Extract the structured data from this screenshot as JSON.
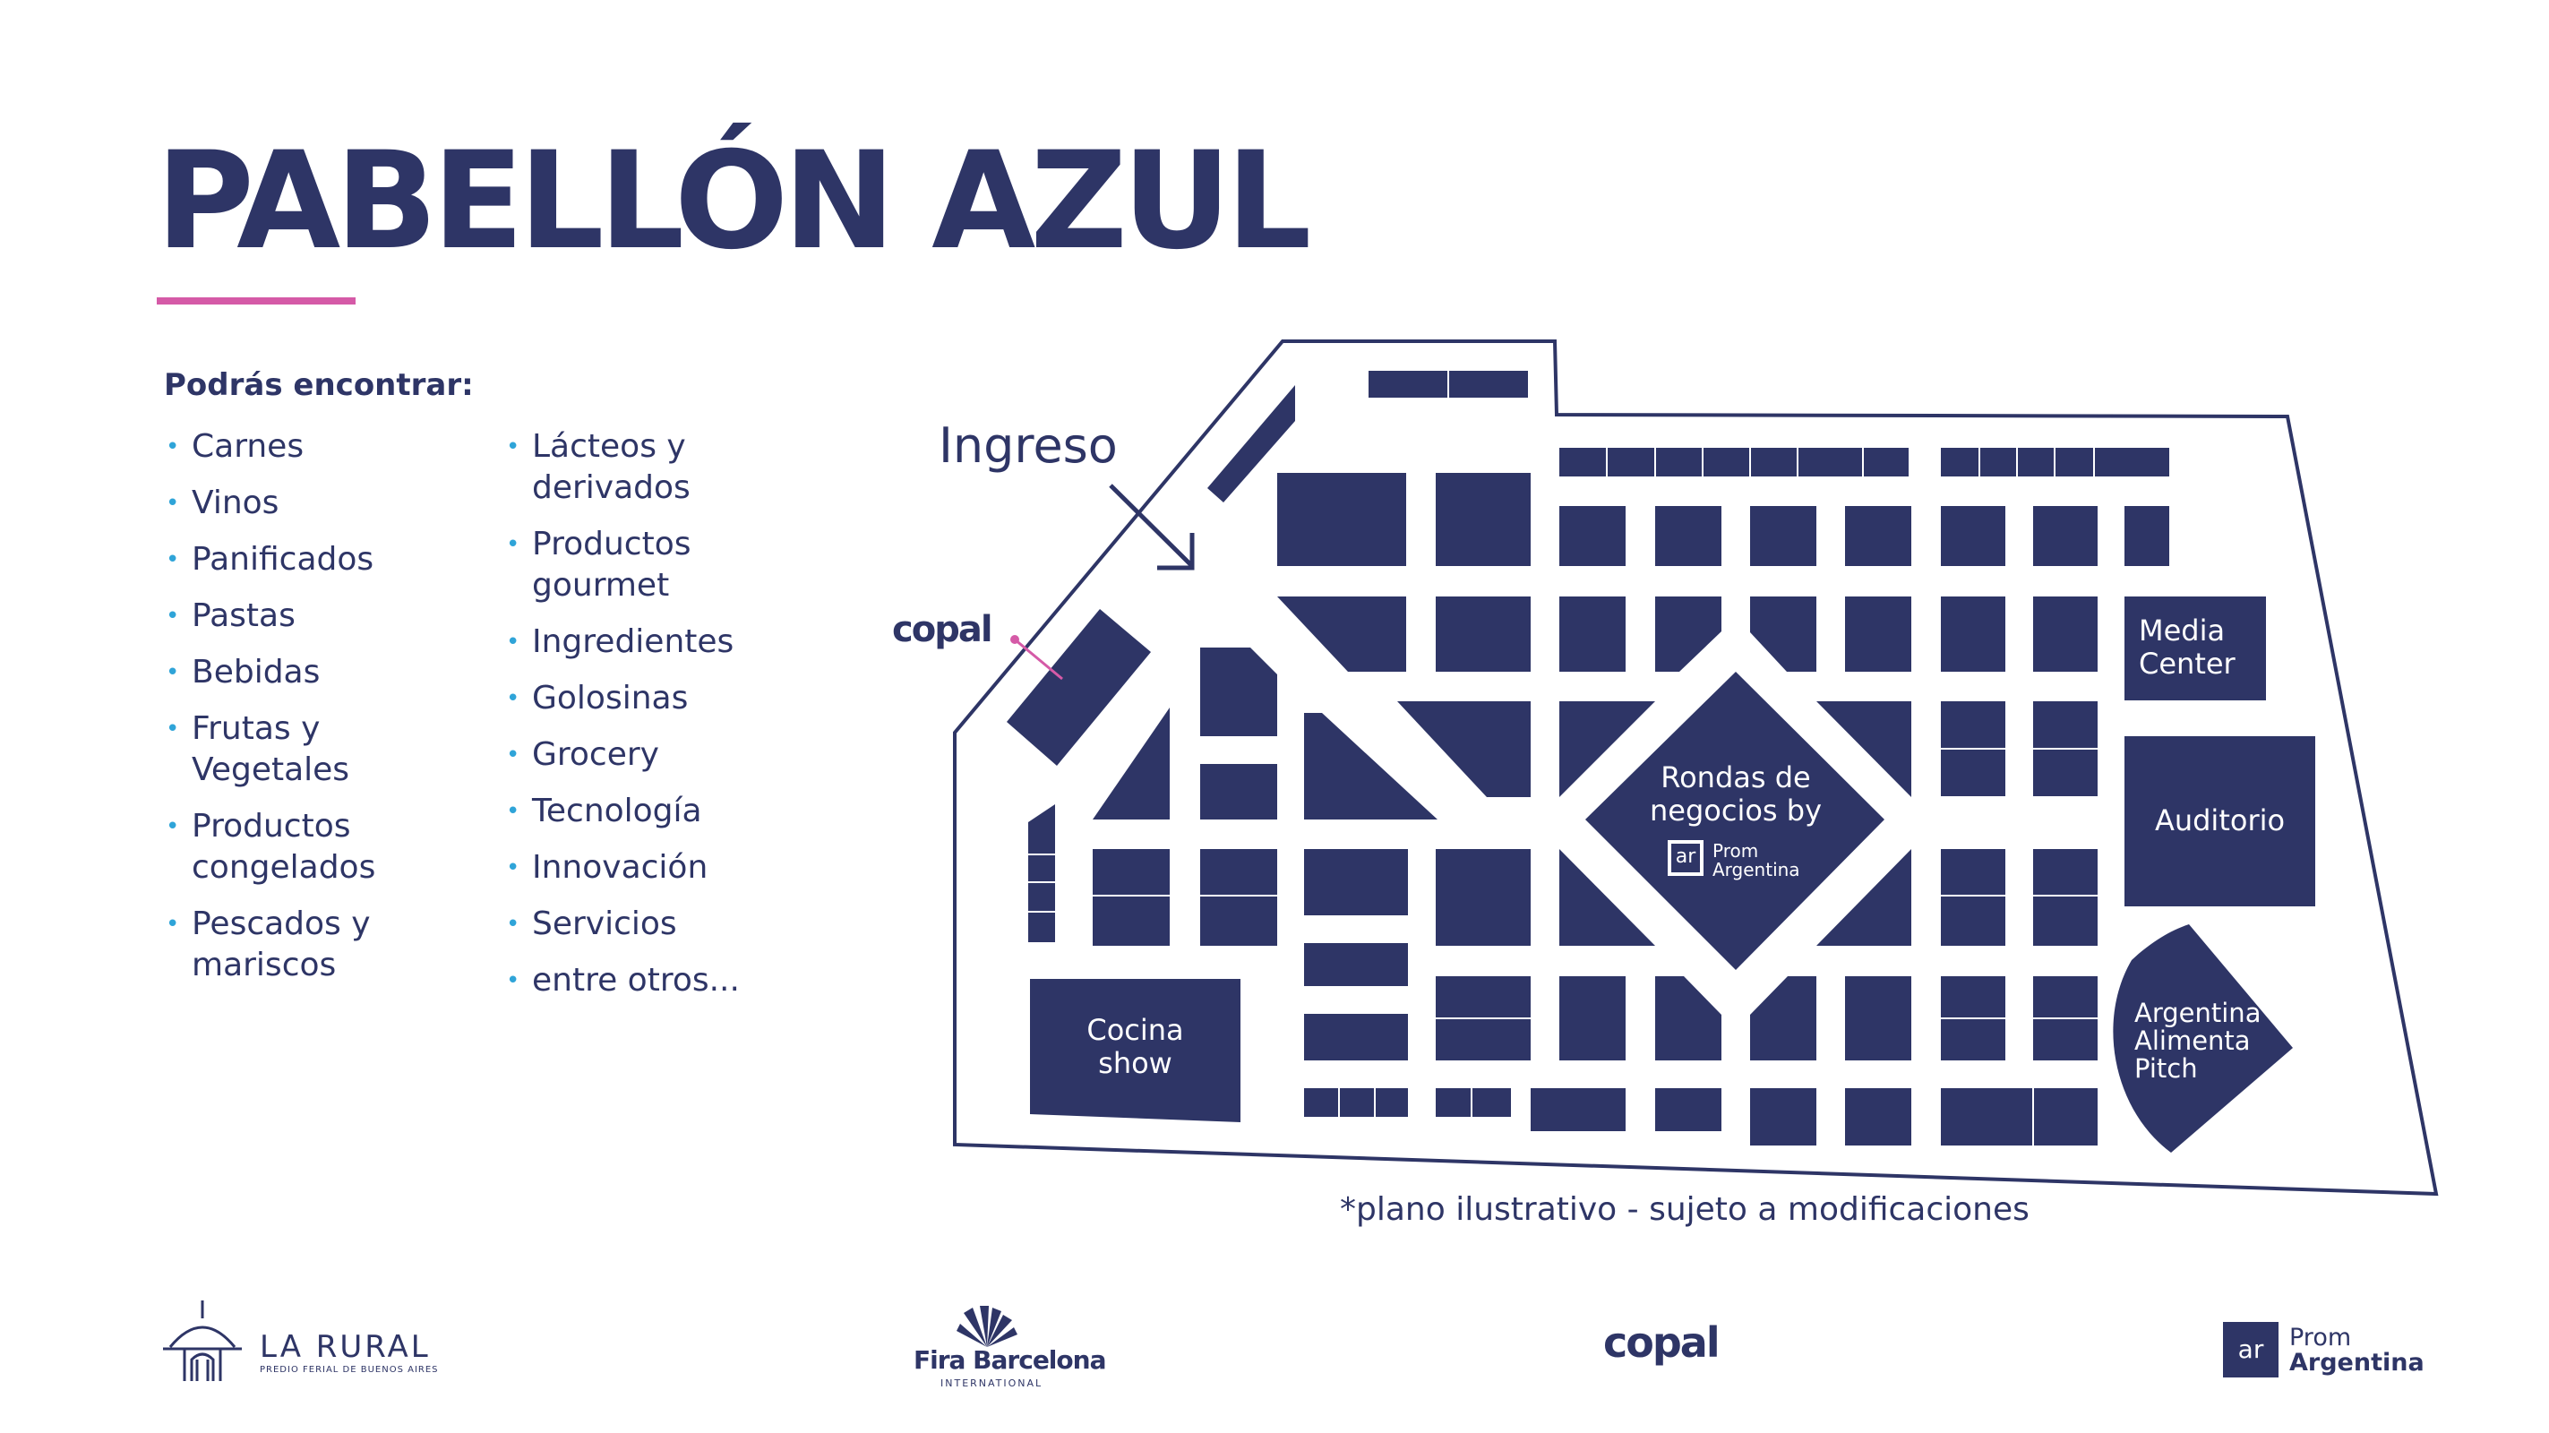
{
  "title": "PABELLÓN AZUL",
  "intro": "Podrás encontrar:",
  "categories_col1": [
    {
      "line1": "Carnes",
      "line2": ""
    },
    {
      "line1": "Vinos",
      "line2": ""
    },
    {
      "line1": "Panificados",
      "line2": ""
    },
    {
      "line1": "Pastas",
      "line2": ""
    },
    {
      "line1": "Bebidas",
      "line2": ""
    },
    {
      "line1": "Frutas y",
      "line2": "Vegetales"
    },
    {
      "line1": "Productos",
      "line2": "congelados"
    },
    {
      "line1": "Pescados y",
      "line2": "mariscos"
    }
  ],
  "categories_col2": [
    {
      "line1": "Lácteos y",
      "line2": "derivados"
    },
    {
      "line1": "Productos",
      "line2": "gourmet"
    },
    {
      "line1": "Ingredientes",
      "line2": ""
    },
    {
      "line1": "Golosinas",
      "line2": ""
    },
    {
      "line1": "Grocery",
      "line2": ""
    },
    {
      "line1": "Tecnología",
      "line2": ""
    },
    {
      "line1": "Innovación",
      "line2": ""
    },
    {
      "line1": "Servicios",
      "line2": ""
    },
    {
      "line1": "entre otros...",
      "line2": ""
    }
  ],
  "map": {
    "entrance": "Ingreso",
    "copal_label": "copal",
    "media_center": [
      "Media",
      "Center"
    ],
    "auditorio": "Auditorio",
    "rondas": [
      "Rondas de",
      "negocios by"
    ],
    "rondas_logo": [
      "Prom",
      "Argentina"
    ],
    "rondas_badge": "ar",
    "cocina": [
      "Cocina",
      "show"
    ],
    "pitch": [
      "Argentina",
      "Alimenta",
      "Pitch"
    ]
  },
  "note": "*plano ilustrativo -  sujeto a modificaciones",
  "footer": {
    "larural": "LA RURAL",
    "larural_sub": "PREDIO FERIAL DE BUENOS AIRES",
    "fira": "Fira Barcelona",
    "fira_sub": "INTERNATIONAL",
    "copal": "copal",
    "prom_badge": "ar",
    "prom": [
      "Prom",
      "Argentina"
    ]
  },
  "colors": {
    "navy": "#2e3566",
    "pink": "#d55aa7",
    "blue_dot": "#2fa4d8",
    "white": "#ffffff"
  },
  "icons": [
    "arrow-down-right-icon",
    "rural-dome-icon",
    "fira-palm-icon",
    "prom-ar-icon"
  ]
}
